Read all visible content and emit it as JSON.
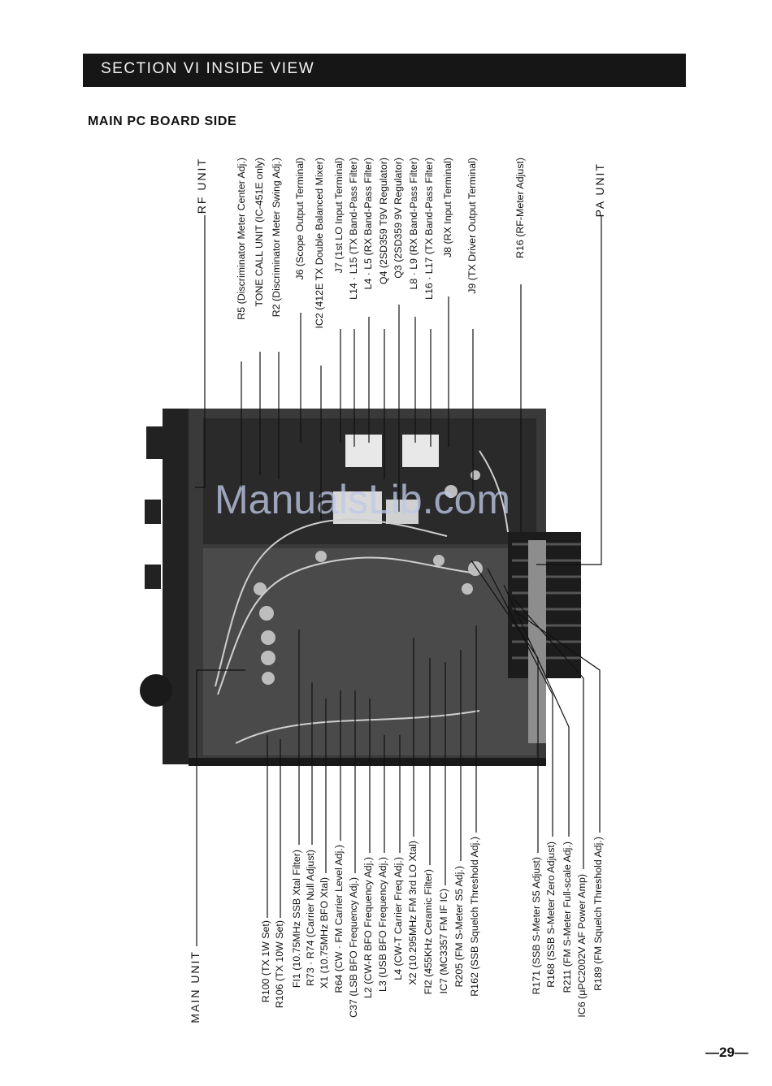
{
  "header": {
    "section_title": "SECTION VI  INSIDE VIEW"
  },
  "subtitle": "MAIN PC BOARD SIDE",
  "top_labels": [
    "RF UNIT",
    "R5 (Discriminator Meter Center Adj.)",
    "TONE CALL UNIT (IC-451E only)",
    "R2 (Discriminator Meter Swing Adj.)",
    "J6 (Scope Output Terminal)",
    "IC2 (412E TX Double Balanced Mixer)",
    "J7 (1st LO Input Terminal)",
    "L14 · L15 (TX Band-Pass Filter)",
    "L4 · L5 (RX Band-Pass Filter)",
    "Q4 (2SD359 T9V Regulator)",
    "Q3 (2SD359 9V Regulator)",
    "L8 · L9 (RX Band-Pass Filter)",
    "L16 · L17 (TX Band-Pass Filter)",
    "J8 (RX Input Terminal)",
    "J9 (TX Driver Output Terminal)",
    "R16 (RF-Meter Adjust)",
    "PA UNIT"
  ],
  "bottom_labels": [
    "MAIN UNIT",
    "R100 (TX 1W Set)",
    "R106 (TX 10W Set)",
    "FI1 (10.75MHz SSB Xtal Filter)",
    "R73 · R74 (Carrier Null Adjust)",
    "X1 (10.75MHz BFO Xtal)",
    "R64 (CW · FM Carrier Level Adj.)",
    "C37 (LSB BFO Frequency Adj.)",
    "L2 (CW-R BFO Frequency Adj.)",
    "L3 (USB BFO Frequency Adj.)",
    "L4 (CW-T Carrier Freq Adj.)",
    "X2 (10.295MHz FM 3rd LO Xtal)",
    "FI2 (455KHz Ceramic Filter)",
    "IC7 (MC3357 FM IF IC)",
    "R205 (FM S-Meter S5 Adj.)",
    "R162 (SSB Squelch Threshold Adj.)",
    "R171 (SSB S-Meter S5 Adjust)",
    "R168 (SSB S-Meter Zero Adjust)",
    "R211 (FM S-Meter Full-scale Adj.)",
    "IC6 (μPC2002V AF Power Amp)",
    "R189 (FM Squelch Threshold Adj.)"
  ],
  "watermark": "ManualsLib.com",
  "page_number": "—29—"
}
